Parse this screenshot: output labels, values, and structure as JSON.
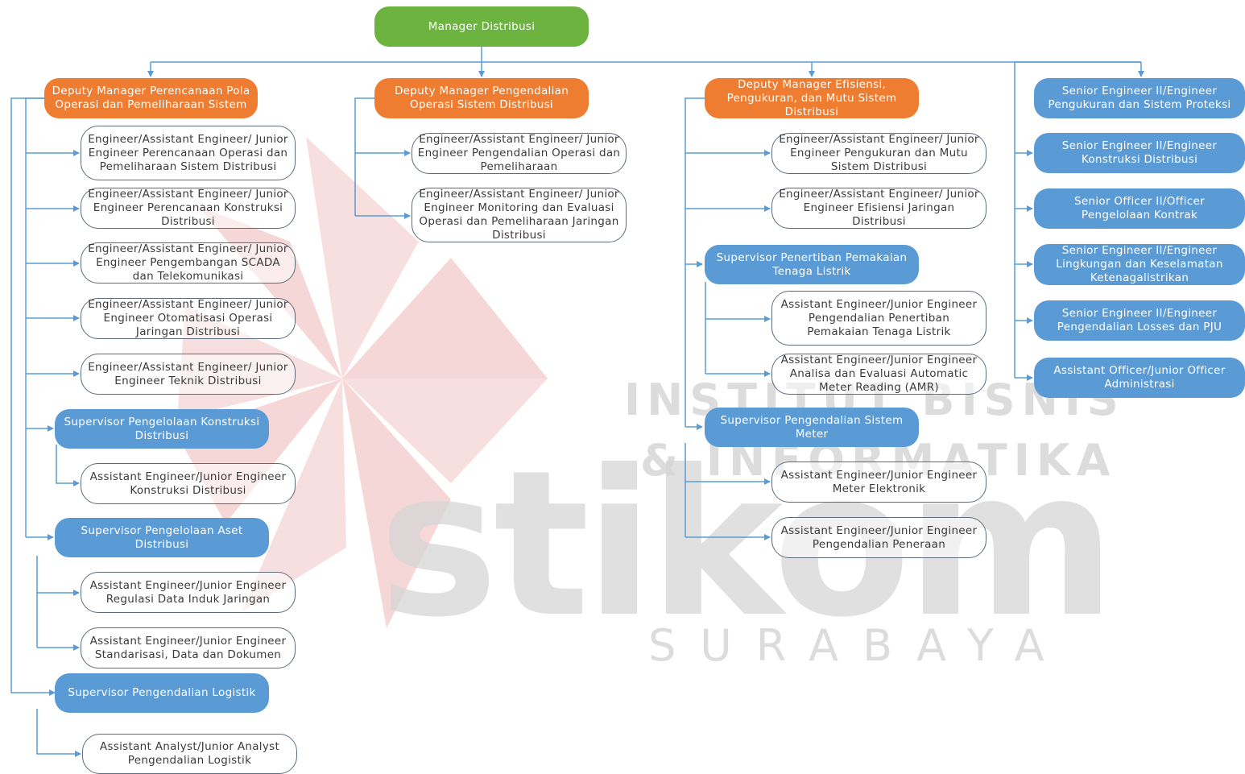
{
  "watermark": {
    "line1": "INSTITUT BISNIS",
    "line2": "& INFORMATIKA",
    "logo": "stikom",
    "city": "SURABAYA"
  },
  "colors": {
    "top": "#6db33f",
    "deputy": "#ee7d31",
    "supervisor": "#5b9bd5",
    "connector": "#5b9bd5"
  },
  "nodes": {
    "top": "Manager Distribusi",
    "dep1": "Deputy Manager Perencanaan Pola Operasi dan Pemeliharaan Sistem",
    "dep2": "Deputy Manager Pengendalian Operasi Sistem Distribusi",
    "dep3": "Deputy Manager Efisiensi, Pengukuran, dan Mutu Sistem Distribusi",
    "c1_1": "Engineer/Assistant Engineer/ Junior Engineer Perencanaan Operasi dan Pemeliharaan Sistem Distribusi",
    "c1_2": "Engineer/Assistant Engineer/ Junior Engineer Perencanaan Konstruksi Distribusi",
    "c1_3": "Engineer/Assistant Engineer/ Junior Engineer Pengembangan SCADA dan Telekomunikasi",
    "c1_4": "Engineer/Assistant Engineer/ Junior Engineer Otomatisasi Operasi Jaringan Distribusi",
    "c1_5": "Engineer/Assistant Engineer/ Junior Engineer Teknik Distribusi",
    "sup1": "Supervisor Pengelolaan Konstruksi Distribusi",
    "c1_6": "Assistant Engineer/Junior Engineer Konstruksi Distribusi",
    "sup2": "Supervisor Pengelolaan Aset Distribusi",
    "c1_7": "Assistant Engineer/Junior Engineer Regulasi Data Induk Jaringan",
    "c1_8": "Assistant Engineer/Junior Engineer Standarisasi, Data dan Dokumen",
    "sup3": "Supervisor Pengendalian Logistik",
    "c1_9": "Assistant Analyst/Junior Analyst Pengendalian Logistik",
    "c2_1": "Engineer/Assistant Engineer/ Junior Engineer Pengendalian Operasi dan Pemeliharaan",
    "c2_2": "Engineer/Assistant Engineer/ Junior Engineer Monitoring dan Evaluasi Operasi dan Pemeliharaan Jaringan Distribusi",
    "c3_1": "Engineer/Assistant Engineer/ Junior Engineer Pengukuran dan Mutu Sistem Distribusi",
    "c3_2": "Engineer/Assistant Engineer/ Junior Engineer Efisiensi Jaringan Distribusi",
    "sup4": "Supervisor Penertiban Pemakaian Tenaga Listrik",
    "c3_3": "Assistant Engineer/Junior Engineer Pengendalian Penertiban Pemakaian Tenaga Listrik",
    "c3_4": "Assistant Engineer/Junior Engineer Analisa dan Evaluasi Automatic Meter Reading (AMR)",
    "sup5": "Supervisor Pengendalian Sistem Meter",
    "c3_5": "Assistant Engineer/Junior Engineer Meter Elektronik",
    "c3_6": "Assistant Engineer/Junior Engineer Pengendalian Peneraan",
    "s4_1": "Senior Engineer II/Engineer Pengukuran dan Sistem Proteksi",
    "s4_2": "Senior Engineer II/Engineer Konstruksi Distribusi",
    "s4_3": "Senior Officer II/Officer Pengelolaan Kontrak",
    "s4_4": "Senior Engineer II/Engineer Lingkungan dan Keselamatan Ketenagalistrikan",
    "s4_5": "Senior Engineer II/Engineer Pengendalian Losses dan PJU",
    "s4_6": "Assistant Officer/Junior Officer Administrasi"
  }
}
